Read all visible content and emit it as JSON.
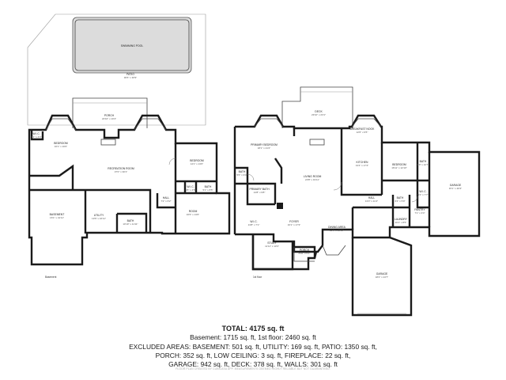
{
  "floors": [
    {
      "label": "Basement"
    },
    {
      "label": "1st floor"
    }
  ],
  "rooms": [
    {
      "name": "SWIMMING POOL",
      "dim": ""
    },
    {
      "name": "PATIO",
      "dim": "30'6\" x 36'9\""
    },
    {
      "name": "PORCH",
      "dim": "22'10\" x 10'4\""
    },
    {
      "name": "W.I.C.",
      "dim": "3'1\" x 4'4\""
    },
    {
      "name": "BEDROOM",
      "dim": "16'1\" x 16'0\""
    },
    {
      "name": "RECREATION ROOM",
      "dim": "37'0\" x 30'1\""
    },
    {
      "name": "BEDROOM",
      "dim": "14'1\" x 13'0\""
    },
    {
      "name": "W.I.C.",
      "dim": "5'8\" x 4'5\""
    },
    {
      "name": "BATH",
      "dim": "5'1\" x 8'5\""
    },
    {
      "name": "BASEMENT",
      "dim": "16'1\" x 41'11\""
    },
    {
      "name": "UTILITY",
      "dim": "19'6\" x 16'11\""
    },
    {
      "name": "BATH",
      "dim": "10'10\" x 11'11\""
    },
    {
      "name": "HALL",
      "dim": "7'2\" x 6'2\""
    },
    {
      "name": "ROOM",
      "dim": "16'6\" x 13'6\""
    },
    {
      "name": "DECK",
      "dim": "23'10\" x 23'1\""
    },
    {
      "name": "BREAKFAST NOOK",
      "dim": "12'6\" x 9'5\""
    },
    {
      "name": "PRIMARY BEDROOM",
      "dim": "18'1\" x 21'2\""
    },
    {
      "name": "KITCHEN",
      "dim": "13'4\" x 17'4\""
    },
    {
      "name": "BEDROOM",
      "dim": "16'11\" x 12'10\""
    },
    {
      "name": "BATH",
      "dim": "9'0\" x 12'7\""
    },
    {
      "name": "BATH",
      "dim": "5'6\" x 9'4\""
    },
    {
      "name": "LIVING ROOM",
      "dim": "20'8\" x 19'11\""
    },
    {
      "name": "PRIMARY BATH",
      "dim": "14'8\" x 9'8\""
    },
    {
      "name": "GARAGE",
      "dim": "15'1\" x 26'3\""
    },
    {
      "name": "HALL",
      "dim": "13'3\" x 11'4\""
    },
    {
      "name": "BATH",
      "dim": "6'4\" x 5'9\""
    },
    {
      "name": "W.I.C.",
      "dim": "5'4\" x 7'7\""
    },
    {
      "name": "FOYER",
      "dim": "16'1\" x 17'3\""
    },
    {
      "name": "PANTRY",
      "dim": "7'1\" x 3'4\""
    },
    {
      "name": "LAUNDRY",
      "dim": "16'1\" x 8'5\""
    },
    {
      "name": "W.I.C.",
      "dim": "13'8\" x 7'1\""
    },
    {
      "name": "DINING AREA",
      "dim": "12'6\" x 15'10\""
    },
    {
      "name": "STUDY",
      "dim": "11'11\" x 13'3\""
    },
    {
      "name": "PORCH",
      "dim": "8'10\" x 5'1\""
    },
    {
      "name": "GARAGE",
      "dim": "18'4\" x 24'7\""
    }
  ],
  "summary": {
    "total": "TOTAL: 4175 sq. ft",
    "line1": "Basement: 1715 sq. ft, 1st floor: 2460 sq. ft",
    "line2": "EXCLUDED AREAS: BASEMENT: 501 sq. ft, UTILITY: 169 sq. ft, PATIO: 1350 sq. ft,",
    "line3": "PORCH: 352 sq. ft, LOW CEILING: 3 sq. ft, FIREPLACE: 22 sq. ft,",
    "line4": "GARAGE: 942 sq. ft, DECK: 378 sq. ft, WALLS: 301 sq. ft"
  },
  "footer": "FLOOR PLAN CREATED BY CUBICASA APP. MEASUREMENTS DEEMED HIGHLY RELIABLE BUT NOT GUARANTEED."
}
